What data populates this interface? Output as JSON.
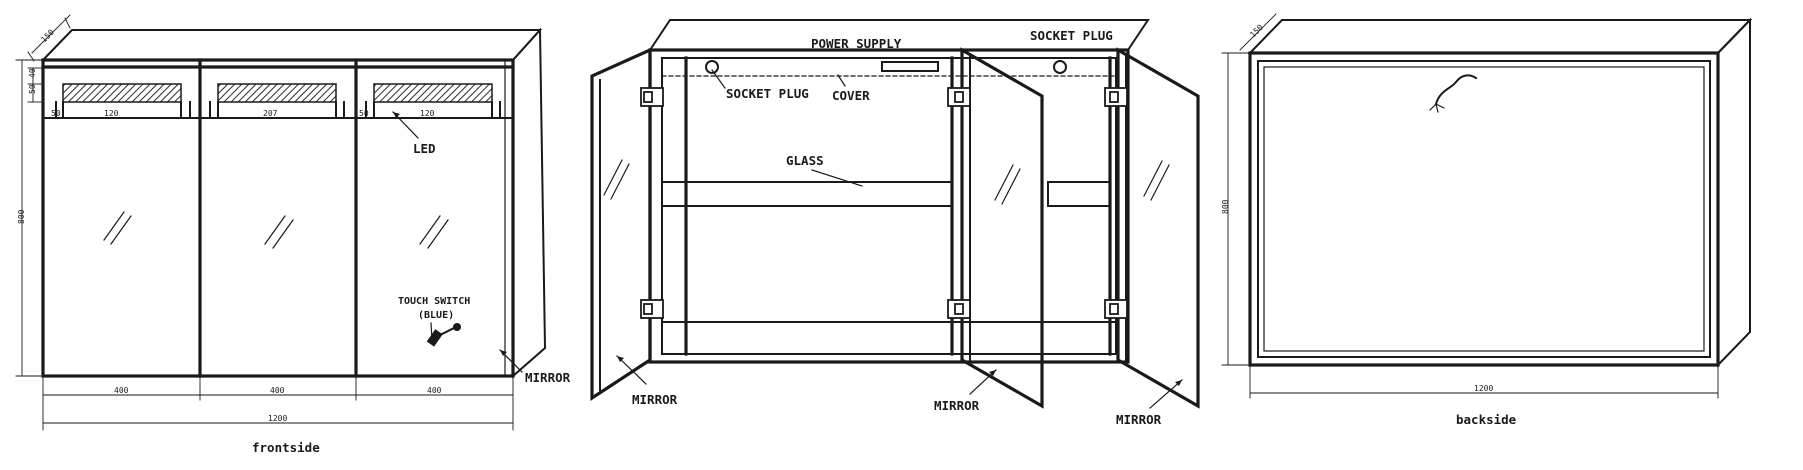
{
  "front": {
    "caption": "frontside",
    "depth": "150",
    "led_heights": [
      "40",
      "50"
    ],
    "height": "800",
    "led_dims": [
      "50",
      "120",
      "207",
      "50",
      "120"
    ],
    "door_widths": [
      "400",
      "400",
      "400"
    ],
    "total_width": "1200",
    "led_label": "LED",
    "switch_label_1": "TOUCH SWITCH",
    "switch_label_2": "(BLUE)",
    "mirror_label": "MIRROR"
  },
  "inside": {
    "power_label": "POWER SUPPLY",
    "socket_left": "SOCKET PLUG",
    "socket_right": "SOCKET PLUG",
    "cover_label": "COVER",
    "glass_label": "GLASS",
    "mirror_left": "MIRROR",
    "mirror_center": "MIRROR",
    "mirror_right": "MIRROR"
  },
  "back": {
    "caption": "backside",
    "depth": "150",
    "height": "800",
    "width": "1200"
  },
  "colors": {
    "ink": "#1a1a1a",
    "paper": "#ffffff",
    "hatch": "#2a2a2a"
  }
}
